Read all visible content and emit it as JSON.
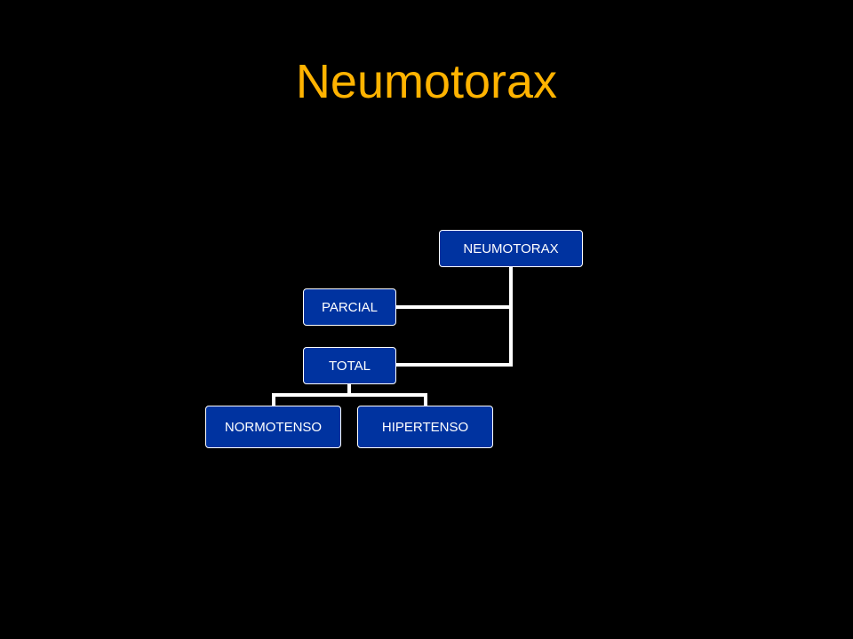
{
  "slide": {
    "title": "Neumotorax"
  },
  "diagram": {
    "root": "NEUMOTORAX",
    "children": [
      {
        "label": "PARCIAL",
        "children": []
      },
      {
        "label": "TOTAL",
        "children": [
          {
            "label": "NORMOTENSO"
          },
          {
            "label": "HIPERTENSO"
          }
        ]
      }
    ]
  },
  "colors": {
    "background": "#000000",
    "title": "#FFB300",
    "node_fill": "#0033A0",
    "node_border": "#FFFFFF",
    "node_text": "#FFFFFF",
    "connector": "#FFFFFF"
  }
}
